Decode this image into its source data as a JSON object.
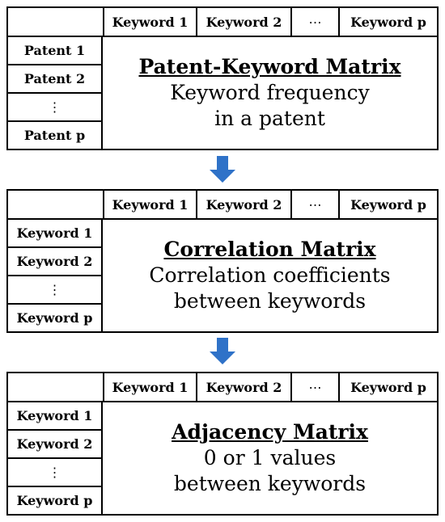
{
  "blocks": [
    {
      "columns": [
        "Keyword 1",
        "Keyword 2",
        "⋯",
        "Keyword p"
      ],
      "rows": [
        "Patent 1",
        "Patent 2",
        "⋮",
        "Patent p"
      ],
      "title": "Patent-Keyword Matrix",
      "desc_line1": "Keyword frequency",
      "desc_line2": "in a patent"
    },
    {
      "columns": [
        "Keyword 1",
        "Keyword 2",
        "⋯",
        "Keyword p"
      ],
      "rows": [
        "Keyword 1",
        "Keyword 2",
        "⋮",
        "Keyword p"
      ],
      "title": "Correlation Matrix",
      "desc_line1": "Correlation coefficients",
      "desc_line2": "between keywords"
    },
    {
      "columns": [
        "Keyword 1",
        "Keyword 2",
        "⋯",
        "Keyword p"
      ],
      "rows": [
        "Keyword 1",
        "Keyword 2",
        "⋮",
        "Keyword p"
      ],
      "title": "Adjacency Matrix",
      "desc_line1": "0 or 1 values",
      "desc_line2": "between keywords"
    }
  ],
  "arrow_color": "#2f72c8"
}
